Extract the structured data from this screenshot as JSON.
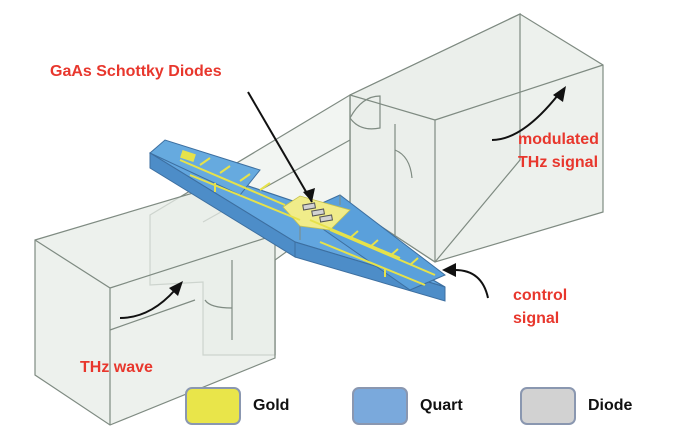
{
  "labels": {
    "diodes": "GaAs Schottky Diodes",
    "modulated": [
      "modulated",
      "THz signal"
    ],
    "control": [
      "control",
      "signal"
    ],
    "thz_wave": "THz wave"
  },
  "legend": [
    {
      "label": "Gold",
      "color": "#e9e54a"
    },
    {
      "label": "Quart",
      "color": "#7aa9dc"
    },
    {
      "label": "Diode",
      "color": "#d2d2d2"
    }
  ],
  "colors": {
    "label_red": "#e8372d",
    "waveguide_fill": "#e7ece7",
    "waveguide_edge": "#7f8b82",
    "substrate_blue": "#62a6df",
    "gold_trace": "#e6e24a"
  }
}
